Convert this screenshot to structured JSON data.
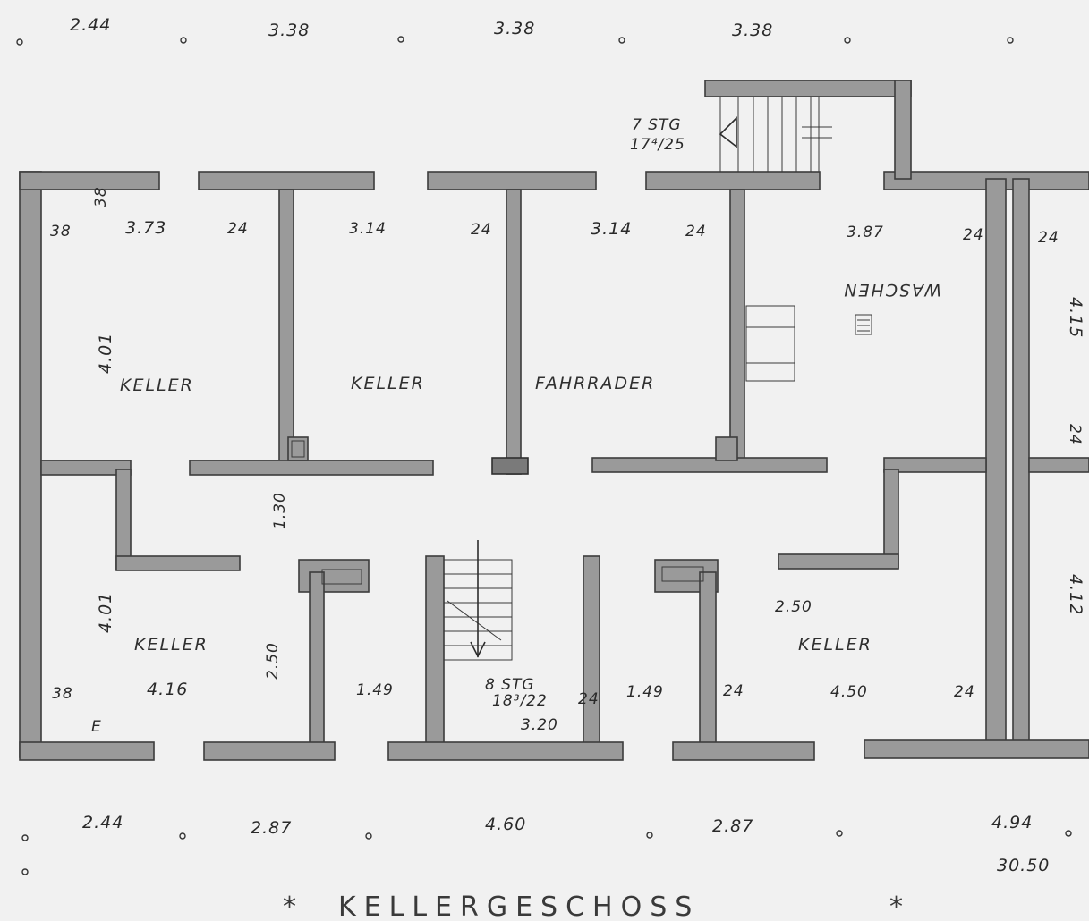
{
  "top_dims": [
    "2.44",
    "3.38",
    "3.38",
    "3.38"
  ],
  "bottom_dims": [
    "2.44",
    "2.87",
    "4.60",
    "2.87",
    "4.94"
  ],
  "total_dim": "30.50",
  "title": "KELLERGESCHOSS",
  "title_star": "*",
  "rooms": {
    "keller_1": "KELLER",
    "keller_2": "KELLER",
    "fahrrader": "FAHRRADER",
    "waschen": "WASCHEN",
    "keller_3": "KELLER",
    "keller_4": "KELLER"
  },
  "stairs_top": {
    "steps": "7 STG",
    "ratio": "17⁴/25"
  },
  "stairs_mid": {
    "steps": "8 STG",
    "ratio": "18³/22"
  },
  "inner_dims": {
    "w_38_top": "38",
    "w_373": "3.73",
    "w_24_a": "24",
    "w_314_a": "3.14",
    "w_24_b": "24",
    "w_314_b": "3.14",
    "w_24_c": "24",
    "w_387": "3.87",
    "w_24_d": "24",
    "w_24_e": "24",
    "h_38": "38",
    "h_401_a": "4.01",
    "h_401_b": "4.01",
    "h_130": "1.30",
    "h_250": "2.50",
    "h_415": "4.15",
    "h_24_r": "24",
    "h_412": "4.12",
    "w_38_bot": "38",
    "w_416": "4.16",
    "w_149_a": "1.49",
    "w_149_b": "1.49",
    "w_24_f": "24",
    "w_24_g": "24",
    "w_450": "4.50",
    "w_24_h": "24",
    "w_250_k": "2.50",
    "w_320": "3.20",
    "small_e": "E"
  }
}
